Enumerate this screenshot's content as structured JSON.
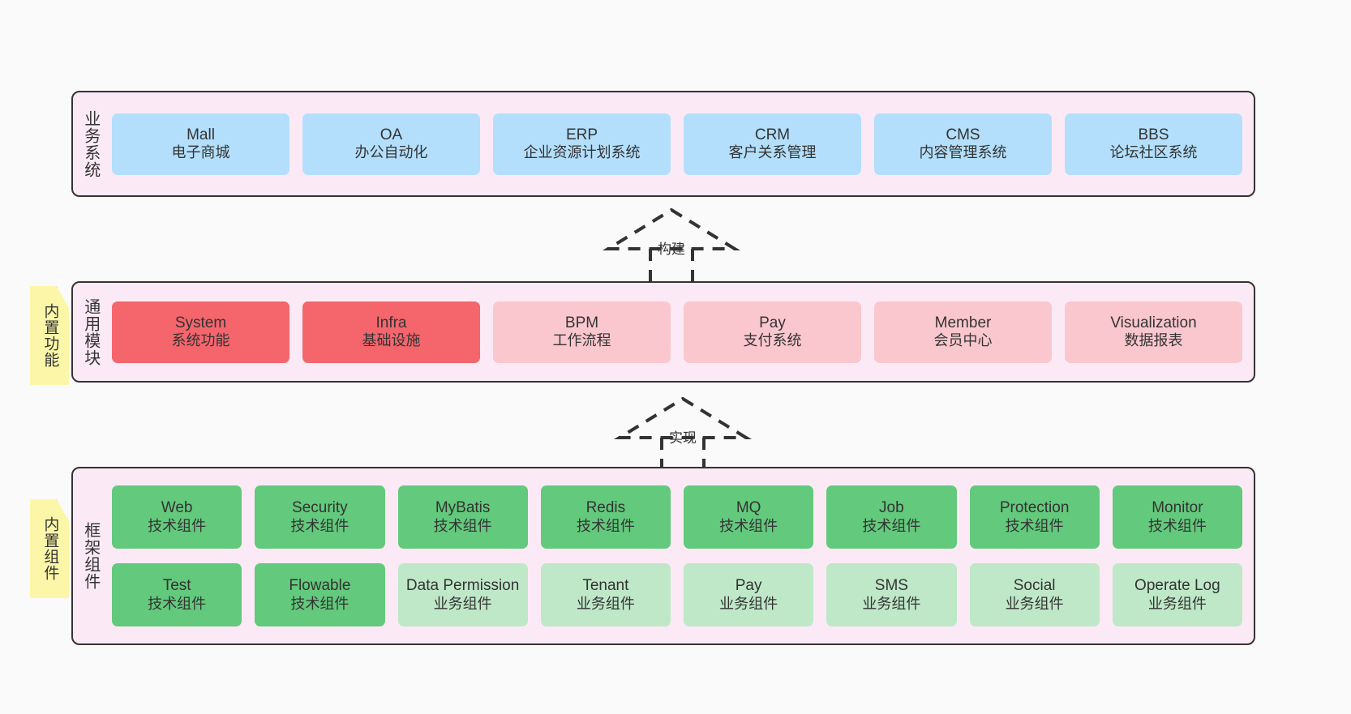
{
  "diagram": {
    "background_color": "#fafafa",
    "layer_fill": "#fbeaf5",
    "layer_border": "#333333"
  },
  "notes": [
    {
      "id": "builtin-functions",
      "label": "内置功能",
      "color": "#fcf7a8"
    },
    {
      "id": "builtin-components",
      "label": "内置组件",
      "color": "#fcf7a8"
    }
  ],
  "connectors": [
    {
      "id": "build",
      "label": "构建",
      "style": "dashed-generalization",
      "direction": "up"
    },
    {
      "id": "impl",
      "label": "实现",
      "style": "dashed-generalization",
      "direction": "up"
    }
  ],
  "layers": [
    {
      "id": "business-system",
      "title": "业务系统",
      "rows": [
        [
          {
            "en": "Mall",
            "cn": "电子商城",
            "color": "#b3dffc",
            "tone": "blue"
          },
          {
            "en": "OA",
            "cn": "办公自动化",
            "color": "#b3dffc",
            "tone": "blue"
          },
          {
            "en": "ERP",
            "cn": "企业资源计划系统",
            "color": "#b3dffc",
            "tone": "blue"
          },
          {
            "en": "CRM",
            "cn": "客户关系管理",
            "color": "#b3dffc",
            "tone": "blue"
          },
          {
            "en": "CMS",
            "cn": "内容管理系统",
            "color": "#b3dffc",
            "tone": "blue"
          },
          {
            "en": "BBS",
            "cn": "论坛社区系统",
            "color": "#b3dffc",
            "tone": "blue"
          }
        ]
      ]
    },
    {
      "id": "common-modules",
      "title": "通用模块",
      "rows": [
        [
          {
            "en": "System",
            "cn": "系统功能",
            "color": "#f4666c",
            "tone": "red"
          },
          {
            "en": "Infra",
            "cn": "基础设施",
            "color": "#f4666c",
            "tone": "red"
          },
          {
            "en": "BPM",
            "cn": "工作流程",
            "color": "#fbc7ce",
            "tone": "pink"
          },
          {
            "en": "Pay",
            "cn": "支付系统",
            "color": "#fbc7ce",
            "tone": "pink"
          },
          {
            "en": "Member",
            "cn": "会员中心",
            "color": "#fbc7ce",
            "tone": "pink"
          },
          {
            "en": "Visualization",
            "cn": "数据报表",
            "color": "#fbc7ce",
            "tone": "pink"
          }
        ]
      ]
    },
    {
      "id": "framework-components",
      "title": "框架组件",
      "rows": [
        [
          {
            "en": "Web",
            "cn": "技术组件",
            "color": "#63c97c",
            "tone": "green"
          },
          {
            "en": "Security",
            "cn": "技术组件",
            "color": "#63c97c",
            "tone": "green"
          },
          {
            "en": "MyBatis",
            "cn": "技术组件",
            "color": "#63c97c",
            "tone": "green"
          },
          {
            "en": "Redis",
            "cn": "技术组件",
            "color": "#63c97c",
            "tone": "green"
          },
          {
            "en": "MQ",
            "cn": "技术组件",
            "color": "#63c97c",
            "tone": "green"
          },
          {
            "en": "Job",
            "cn": "技术组件",
            "color": "#63c97c",
            "tone": "green"
          },
          {
            "en": "Protection",
            "cn": "技术组件",
            "color": "#63c97c",
            "tone": "green"
          },
          {
            "en": "Monitor",
            "cn": "技术组件",
            "color": "#63c97c",
            "tone": "green"
          }
        ],
        [
          {
            "en": "Test",
            "cn": "技术组件",
            "color": "#63c97c",
            "tone": "green"
          },
          {
            "en": "Flowable",
            "cn": "技术组件",
            "color": "#63c97c",
            "tone": "green"
          },
          {
            "en": "Data Permission",
            "cn": "业务组件",
            "color": "#bfe8c8",
            "tone": "greenlight"
          },
          {
            "en": "Tenant",
            "cn": "业务组件",
            "color": "#bfe8c8",
            "tone": "greenlight"
          },
          {
            "en": "Pay",
            "cn": "业务组件",
            "color": "#bfe8c8",
            "tone": "greenlight"
          },
          {
            "en": "SMS",
            "cn": "业务组件",
            "color": "#bfe8c8",
            "tone": "greenlight"
          },
          {
            "en": "Social",
            "cn": "业务组件",
            "color": "#bfe8c8",
            "tone": "greenlight"
          },
          {
            "en": "Operate Log",
            "cn": "业务组件",
            "color": "#bfe8c8",
            "tone": "greenlight"
          }
        ]
      ]
    }
  ]
}
